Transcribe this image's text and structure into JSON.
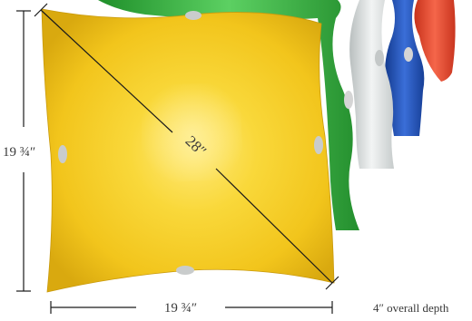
{
  "dimensions": {
    "diagonal": "28″",
    "height": "19 ¾″",
    "width": "19 ¾″",
    "depth_note": "4″ overall depth"
  },
  "colors": {
    "yellow": "#f2c81a",
    "green": "#2fa83a",
    "white": "#d8dcdc",
    "blue": "#1f4fb0",
    "red": "#e2442a",
    "line": "#1a1a1a"
  }
}
